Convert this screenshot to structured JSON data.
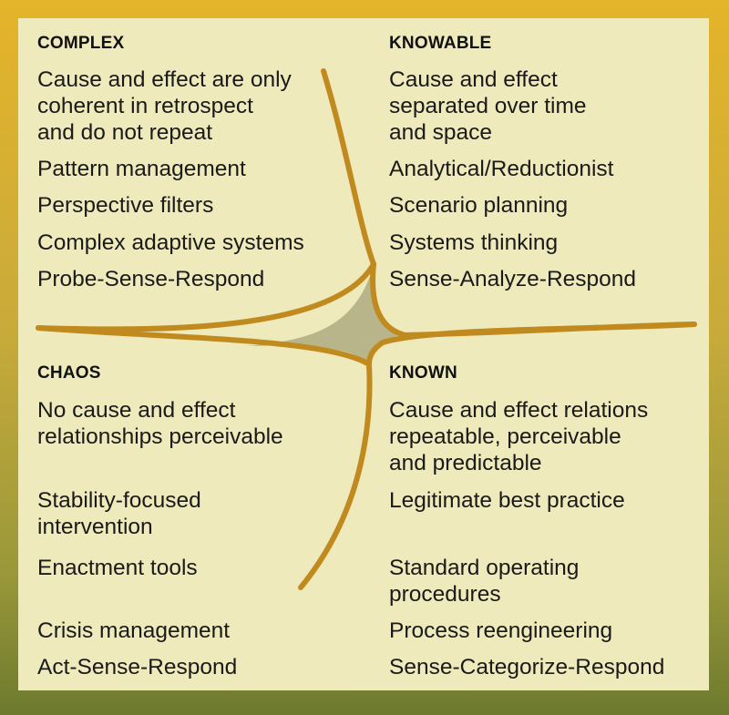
{
  "colors": {
    "frame_top": "#e4b42a",
    "frame_bottom": "#6d7a2e",
    "panel": "#eeeabb",
    "curve": "#c08a1e",
    "center_fill": "#b9b58a"
  },
  "quadrants": {
    "complex": {
      "title": "COMPLEX",
      "items": [
        "Cause and effect are only\ncoherent in retrospect\nand do not repeat",
        "Pattern management",
        "Perspective filters",
        "Complex adaptive systems",
        "Probe-Sense-Respond"
      ]
    },
    "knowable": {
      "title": "KNOWABLE",
      "items": [
        "Cause and effect\nseparated over time\nand space",
        "Analytical/Reductionist",
        "Scenario planning",
        "Systems thinking",
        "Sense-Analyze-Respond"
      ]
    },
    "chaos": {
      "title": "CHAOS",
      "items": [
        "No cause and effect\nrelationships perceivable",
        "Stability-focused\nintervention",
        "Enactment tools",
        "Crisis management",
        "Act-Sense-Respond"
      ]
    },
    "known": {
      "title": "KNOWN",
      "items": [
        "Cause and effect relations\nrepeatable, perceivable\nand predictable",
        "Legitimate best practice",
        "Standard operating\nprocedures",
        "Process reengineering",
        "Sense-Categorize-Respond"
      ]
    }
  }
}
